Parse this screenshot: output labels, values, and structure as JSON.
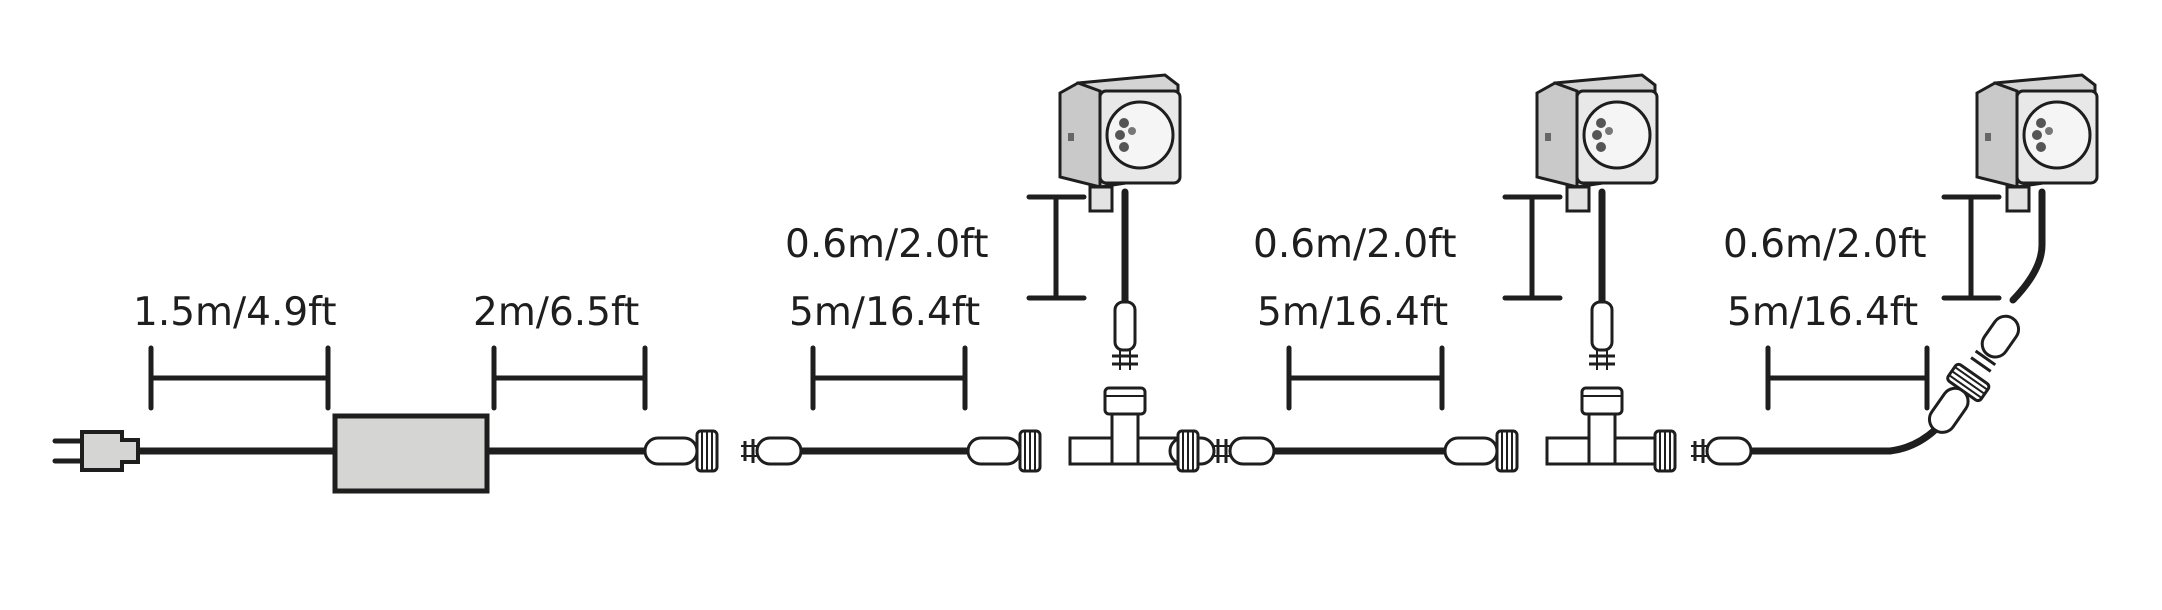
{
  "diagram": {
    "labels": {
      "plug_cable": "1.5m/4.9ft",
      "driver_cable": "2m/6.5ft",
      "extension_1": "5m/16.4ft",
      "extension_2": "5m/16.4ft",
      "extension_3": "5m/16.4ft",
      "light_lead_1": "0.6m/2.0ft",
      "light_lead_2": "0.6m/2.0ft",
      "light_lead_3": "0.6m/2.0ft"
    },
    "colors": {
      "line": "#1e1e1e",
      "driver_fill": "#d5d5d3",
      "light_body": "#dadada",
      "light_face": "#efefef",
      "led": "#5a5a5a"
    }
  }
}
